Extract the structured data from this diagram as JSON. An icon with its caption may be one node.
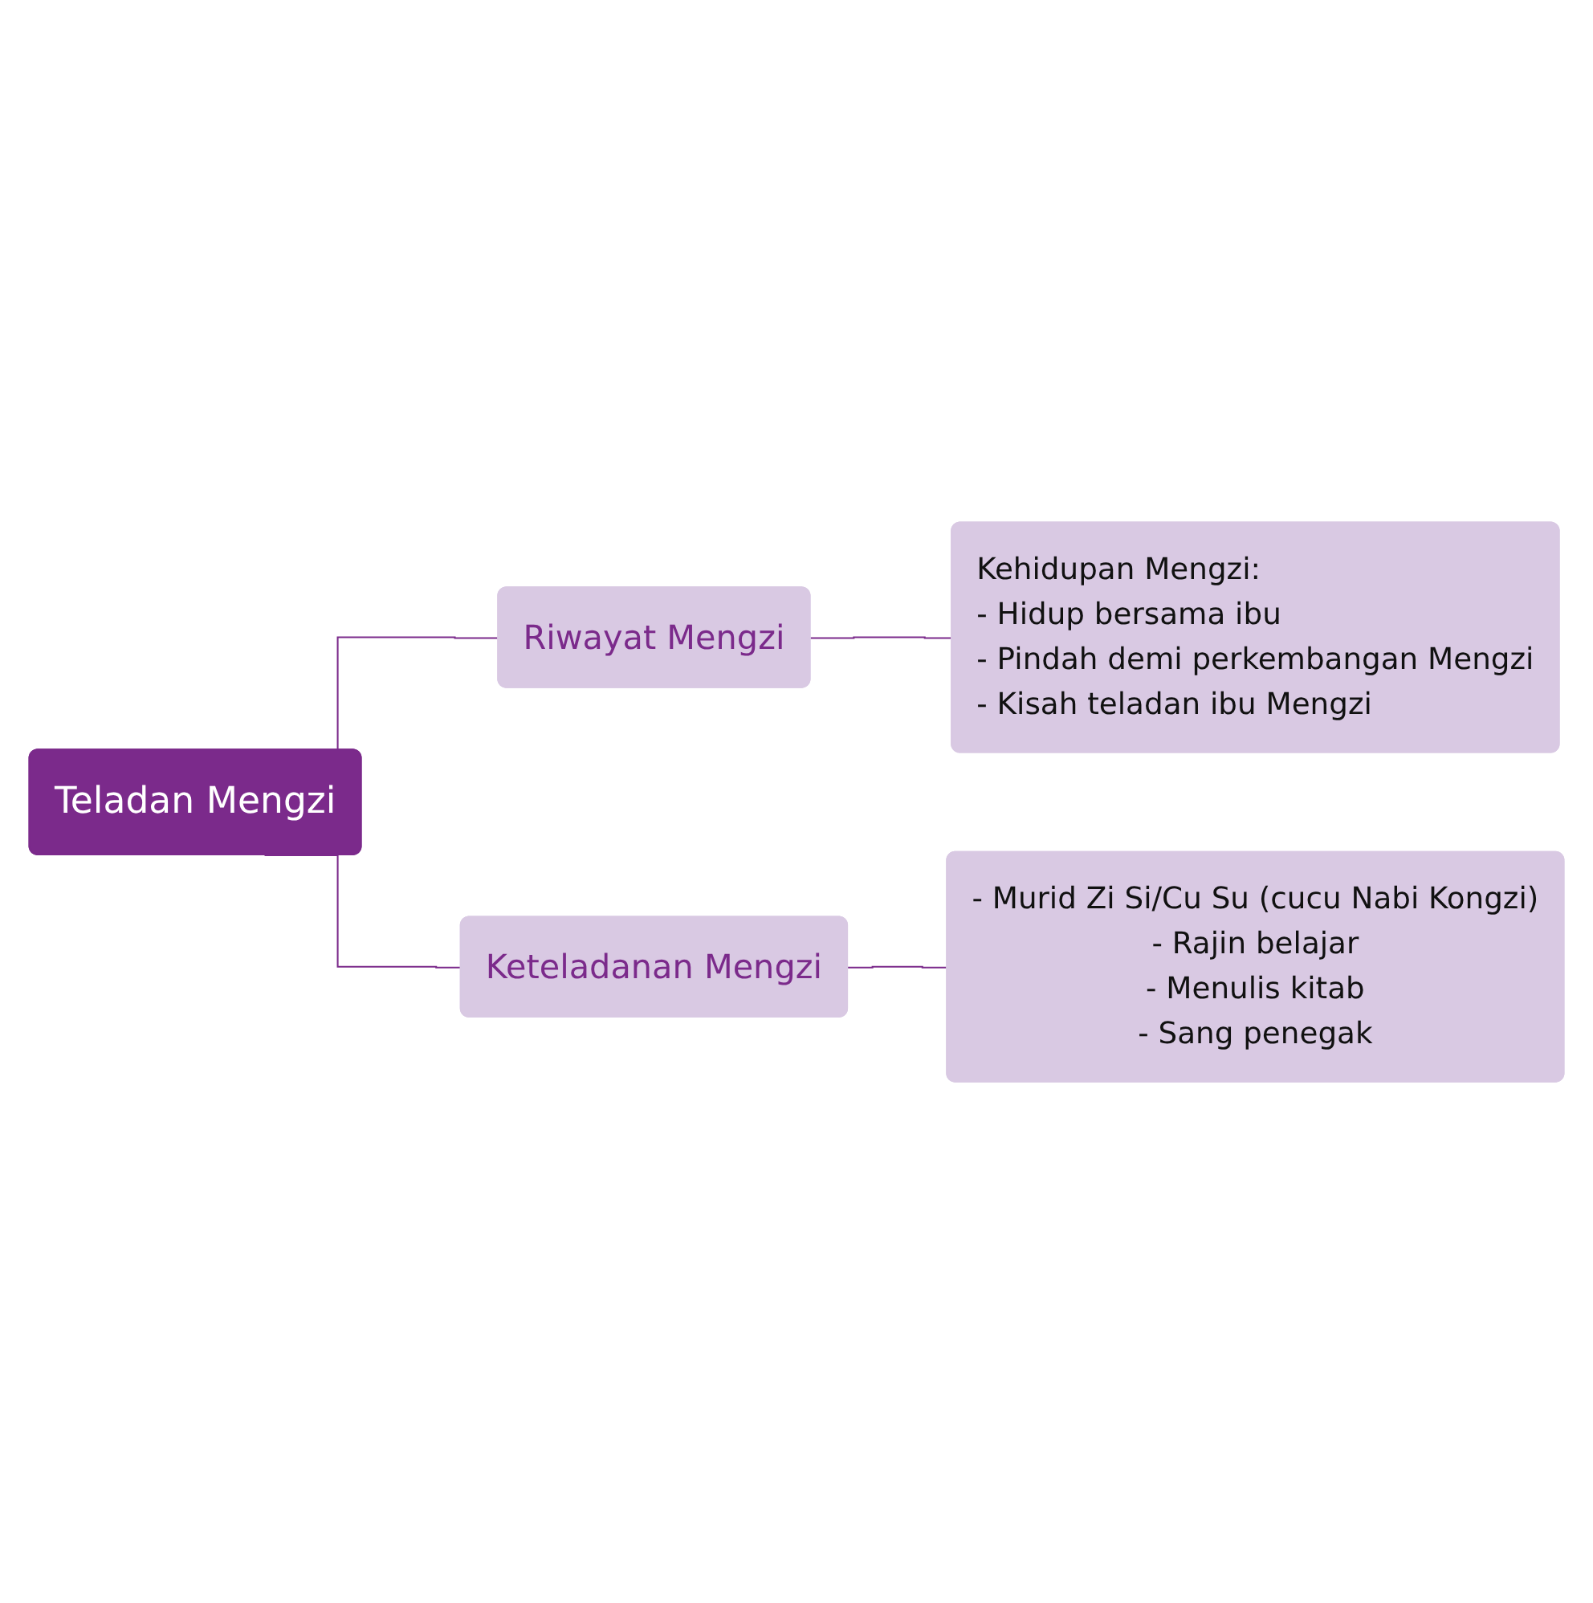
{
  "diagram": {
    "nodes": [
      {
        "text": [
          "Teladan Mengzi"
        ]
      },
      {
        "text": [
          "Riwayat Mengzi"
        ]
      },
      {
        "text": [
          "Kehidupan Mengzi:",
          "- Hidup bersama ibu",
          "- Pindah demi perkembangan Mengzi",
          "- Kisah teladan ibu Mengzi"
        ]
      },
      {
        "text": [
          "Keteladanan Mengzi"
        ]
      },
      {
        "text": [
          "- Murid Zi Si/Cu Su (cucu Nabi Kongzi)",
          "- Rajin belajar",
          "- Menulis kitab",
          "- Sang penegak"
        ]
      }
    ],
    "edges": [
      {
        "from": 0,
        "to": 1,
        "arrow": "none"
      },
      {
        "from": 0,
        "to": 3,
        "arrow": "none"
      },
      {
        "from": 1,
        "to": 2,
        "arrow": "none"
      },
      {
        "from": 3,
        "to": 4,
        "arrow": "none"
      }
    ]
  }
}
